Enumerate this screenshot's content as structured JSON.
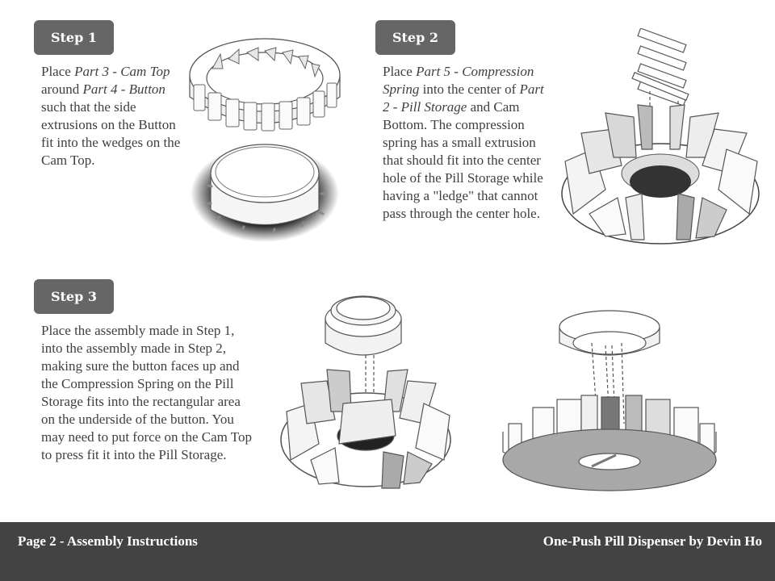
{
  "steps": [
    {
      "label": "Step 1",
      "text": [
        {
          "t": "Place ",
          "i": false
        },
        {
          "t": "Part 3 - Cam Top",
          "i": true
        },
        {
          "t": " around ",
          "i": false
        },
        {
          "t": "Part 4 - Button",
          "i": true
        },
        {
          "t": " such that the side extrusions on the Button fit into the wedges on the Cam Top.",
          "i": false
        }
      ],
      "illustrations": [
        "cam-top-ring",
        "button-with-extrusions"
      ]
    },
    {
      "label": "Step 2",
      "text": [
        {
          "t": "Place ",
          "i": false
        },
        {
          "t": "Part 5 - Compression Spring",
          "i": true
        },
        {
          "t": " into the center of ",
          "i": false
        },
        {
          "t": "Part 2 - Pill Storage",
          "i": true
        },
        {
          "t": " and Cam Bottom. The compression spring has a small extrusion that should fit into the center hole of the Pill Storage while having a \"ledge\" that cannot pass through the center hole.",
          "i": false
        }
      ],
      "illustrations": [
        "compression-spring",
        "pill-storage-wheel"
      ]
    },
    {
      "label": "Step 3",
      "text": [
        {
          "t": "Place the assembly made in Step 1, into the assembly made in Step 2, making sure the button faces up and the Compression Spring on the Pill Storage fits into the rectangular area on the underside of the button. You may need to put force on the Cam Top to press fit it into the Pill Storage.",
          "i": false
        }
      ],
      "illustrations": [
        "assembly-top-view",
        "assembly-bottom-view"
      ]
    }
  ],
  "footer": {
    "left": "Page 2 - Assembly Instructions",
    "right": "One-Push Pill Dispenser by Devin Ho"
  },
  "colors": {
    "badge": "#666666",
    "footer": "#434343",
    "text": "#404040"
  }
}
